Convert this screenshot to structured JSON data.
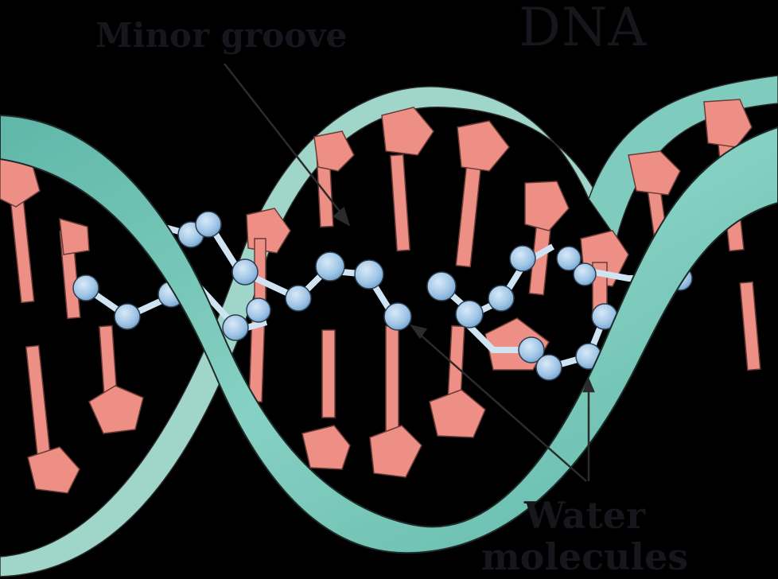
{
  "title": "DNA",
  "labels": {
    "minor_groove": "Minor groove",
    "water_line1": "Water",
    "water_line2": "molecules"
  },
  "colors": {
    "background": "#000000",
    "backbone": "#6cc3b4",
    "backbone_back": "#9fd6c9",
    "base": "#ee8f86",
    "base_dark": "#c96d66",
    "water": "#a9cbe8",
    "outline": "#2a2a2a",
    "text": "#16161c"
  }
}
